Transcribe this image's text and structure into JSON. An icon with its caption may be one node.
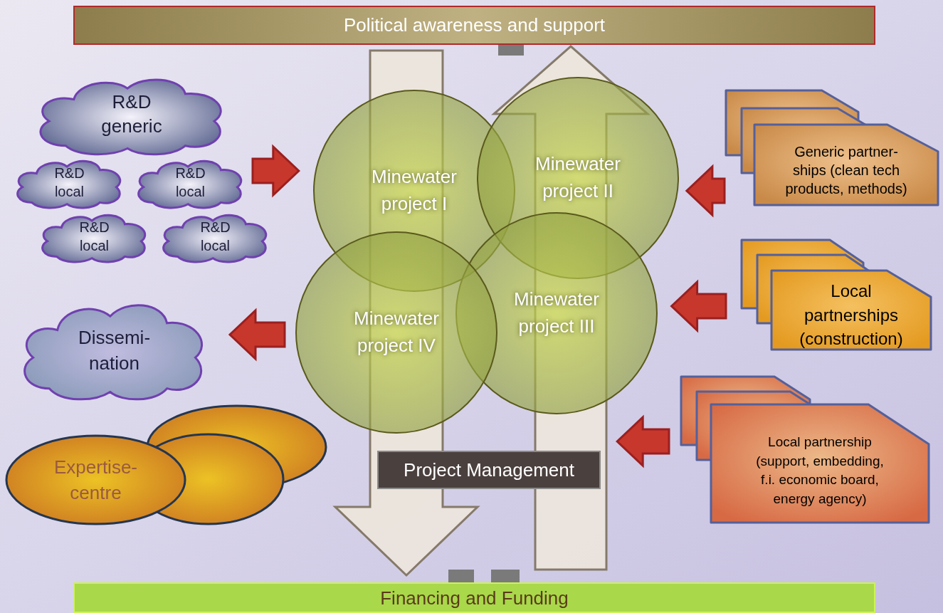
{
  "diagram": {
    "nodes": [
      {
        "text": [
          "Political  awareness and support"
        ]
      },
      {
        "text": [
          "R&D generic"
        ]
      },
      {
        "text": [
          "R&D local"
        ]
      },
      {
        "text": [
          "R&D local"
        ]
      },
      {
        "text": [
          "R&D local"
        ]
      },
      {
        "text": [
          "R&D local"
        ]
      },
      {
        "text": [
          "Minewater project I"
        ]
      },
      {
        "text": [
          "Minewater project II"
        ]
      },
      {
        "text": [
          "Minewater project III"
        ]
      },
      {
        "text": [
          "Minewater project IV"
        ]
      },
      {
        "text": [
          "Generic  partner- ships (clean tech products, methods)"
        ]
      },
      {
        "text": [
          "Local partnerships (construction)"
        ]
      },
      {
        "text": [
          "Local partnership (support, embedding, f.i. economic board, energy agency)"
        ]
      },
      {
        "text": [
          "Dissemi- nation"
        ]
      },
      {
        "text": [
          "Expertise- centre"
        ]
      },
      {
        "text": [
          "Project Management"
        ]
      },
      {
        "text": [
          "Financing and Funding"
        ]
      },
      {
        "text": [],
        "shape": "bar"
      },
      {
        "text": [],
        "shape": "bar"
      },
      {
        "text": [],
        "shape": "bar"
      }
    ],
    "edges": [
      {
        "from": 0,
        "to": 16,
        "arrow": "to",
        "style": "thick",
        "color": "#ede5dc"
      },
      {
        "from": 16,
        "to": 0,
        "arrow": "to",
        "style": "thick",
        "color": "#ede5dc"
      },
      {
        "from": 1,
        "to": 6,
        "arrow": "to",
        "style": "thick"
      },
      {
        "from": 10,
        "to": 7,
        "arrow": "to",
        "style": "thick"
      },
      {
        "from": 11,
        "to": 8,
        "arrow": "to",
        "style": "thick"
      },
      {
        "from": 12,
        "to": 8,
        "arrow": "to",
        "style": "thick"
      },
      {
        "from": 9,
        "to": 13,
        "arrow": "to",
        "style": "thick"
      }
    ]
  }
}
